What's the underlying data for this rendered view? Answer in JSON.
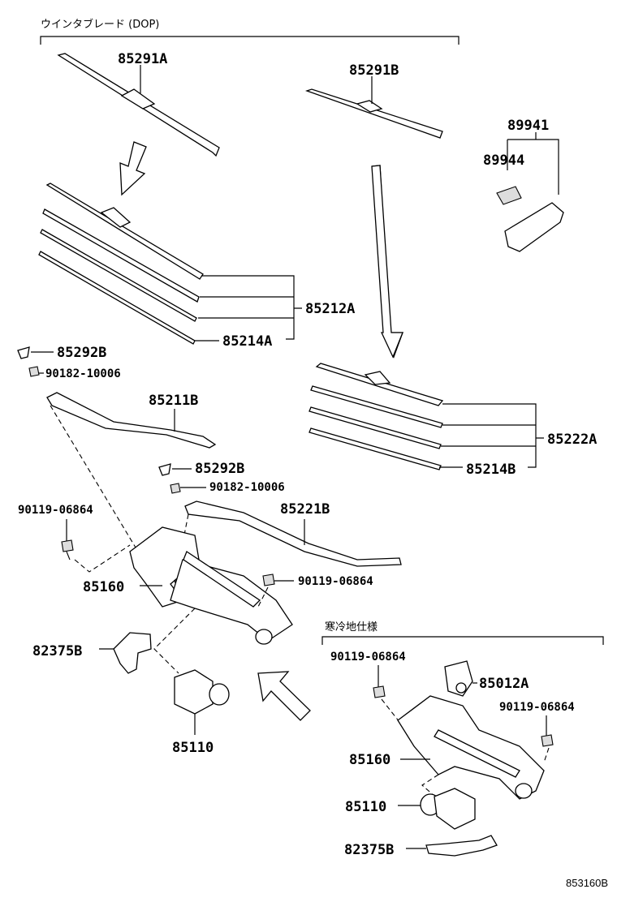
{
  "captions": {
    "winter_blade": "ウインタブレード (DOP)",
    "cold_region_spec": "寒冷地仕様",
    "diagram_code": "853160B"
  },
  "labels": {
    "blade_front": "85291A",
    "blade_rear": "85291B",
    "kit": "89941",
    "label_sticker": "89944",
    "rubber_front": "85212A",
    "rubber_insert_a": "85214A",
    "cap_1": "85292B",
    "nut_1": "90182-10006",
    "arm_front": "85211B",
    "cap_2": "85292B",
    "nut_2": "90182-10006",
    "arm_rear": "85221B",
    "bolt_1": "90119-06864",
    "link_1": "85160",
    "bolt_2": "90119-06864",
    "rubber_rear": "85222A",
    "rubber_insert_b": "85214B",
    "bracket_1": "82375B",
    "motor_1": "85110",
    "bolt_3": "90119-06864",
    "heater": "85012A",
    "bolt_4": "90119-06864",
    "link_2": "85160",
    "motor_2": "85110",
    "bracket_2": "82375B"
  }
}
